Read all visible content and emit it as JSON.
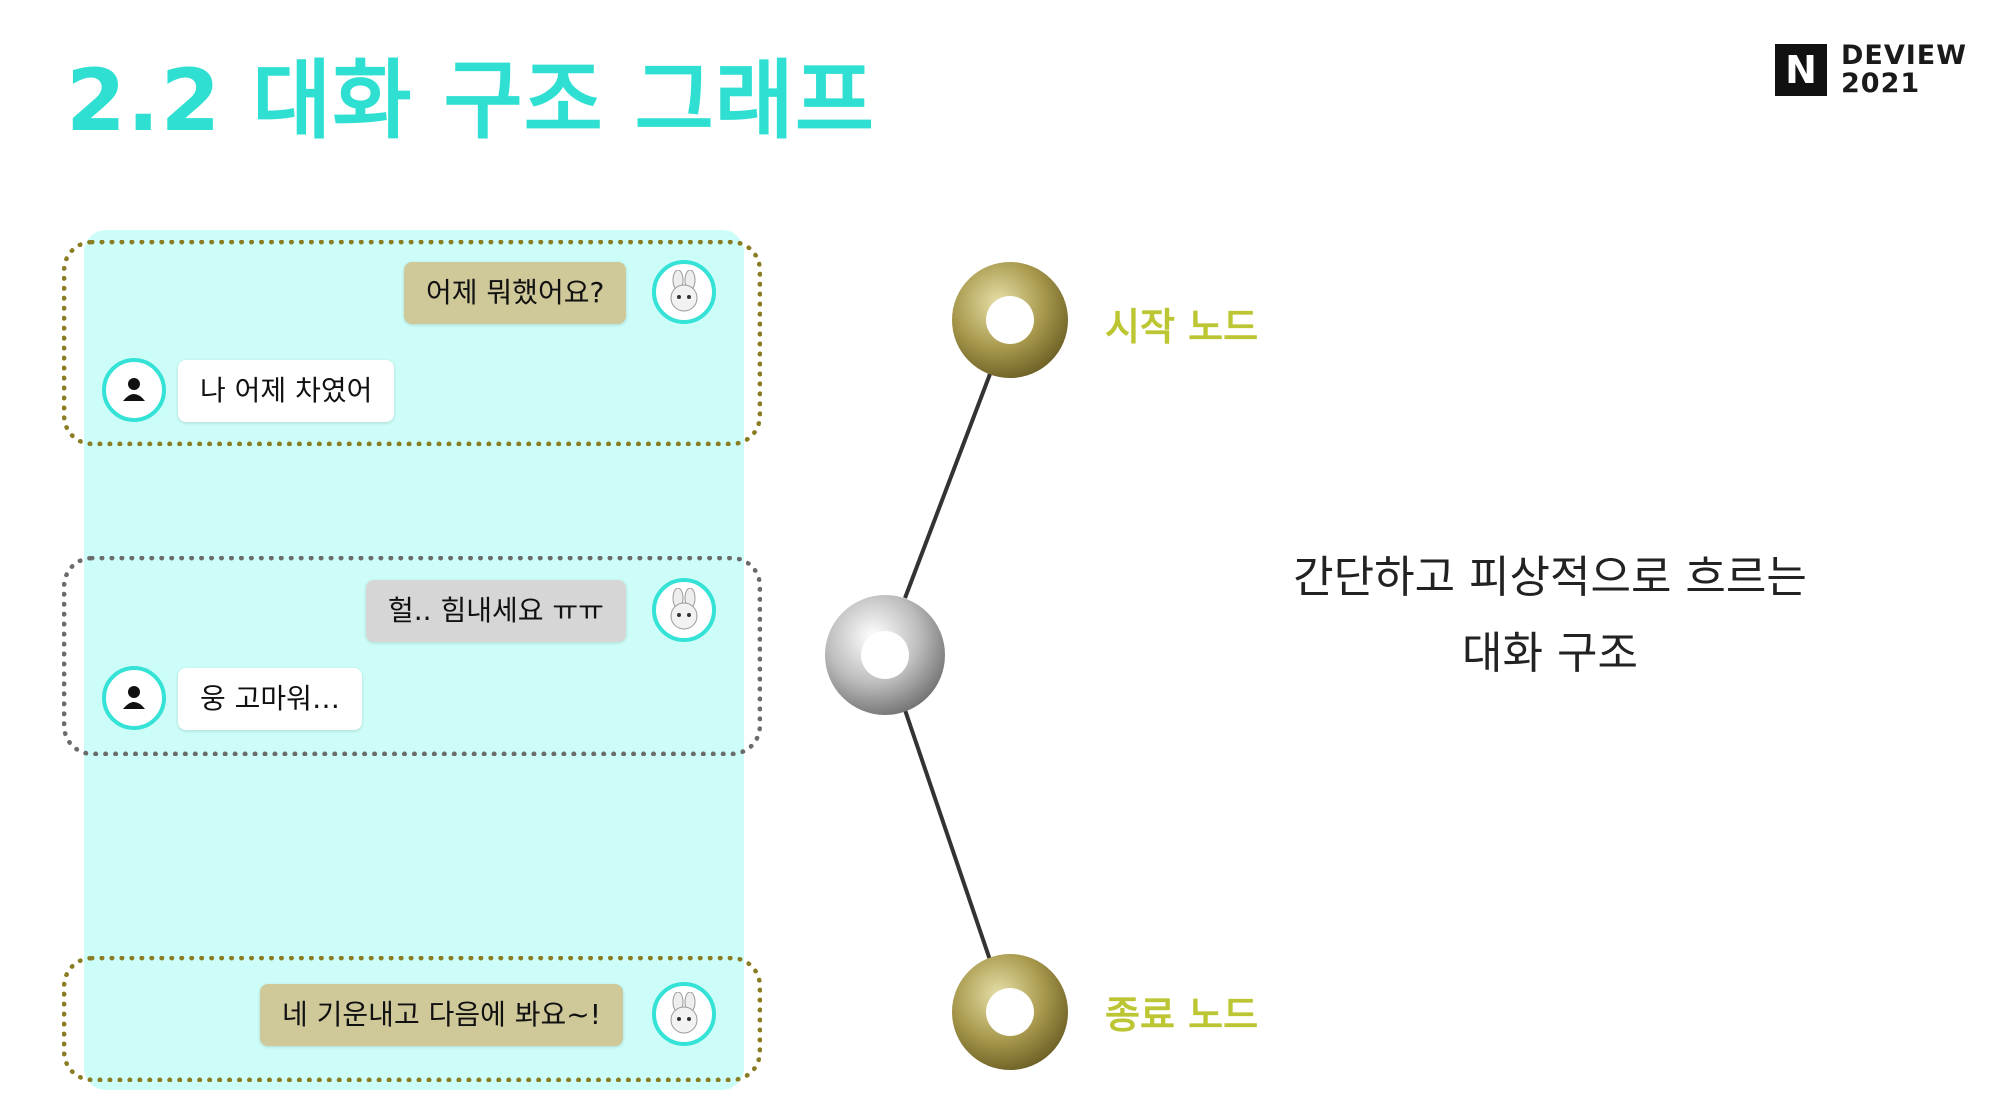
{
  "title": "2.2 대화 구조 그래프",
  "logo": {
    "mark": "N",
    "line1": "DEVIEW",
    "line2": "2021"
  },
  "chat": [
    {
      "bot": "어제 뭐했어요?",
      "user": "나 어제 차였어"
    },
    {
      "bot": "헐.. 힘내세요 ㅠㅠ",
      "user": "웅 고마워…"
    },
    {
      "bot": "네 기운내고 다음에 봐요~!"
    }
  ],
  "graph": {
    "start_label": "시작 노드",
    "end_label": "종료 노드"
  },
  "description": {
    "line1": "간단하고 피상적으로 흐르는",
    "line2": "대화 구조"
  },
  "colors": {
    "title": "#2fe0d2",
    "label": "#bcc633",
    "panel": "#ccfdf8"
  }
}
